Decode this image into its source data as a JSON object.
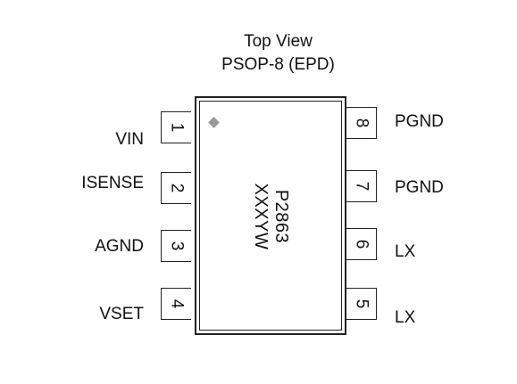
{
  "title": {
    "line1": "Top View",
    "line2": "PSOP-8 (EPD)"
  },
  "chip": {
    "part_number": "P2863",
    "date_code": "XXXYW"
  },
  "pins_left": [
    {
      "number": "1",
      "label": "VIN"
    },
    {
      "number": "2",
      "label": "ISENSE"
    },
    {
      "number": "3",
      "label": "AGND"
    },
    {
      "number": "4",
      "label": "VSET"
    }
  ],
  "pins_right": [
    {
      "number": "8",
      "label": "PGND"
    },
    {
      "number": "7",
      "label": "PGND"
    },
    {
      "number": "6",
      "label": "LX"
    },
    {
      "number": "5",
      "label": "LX"
    }
  ]
}
